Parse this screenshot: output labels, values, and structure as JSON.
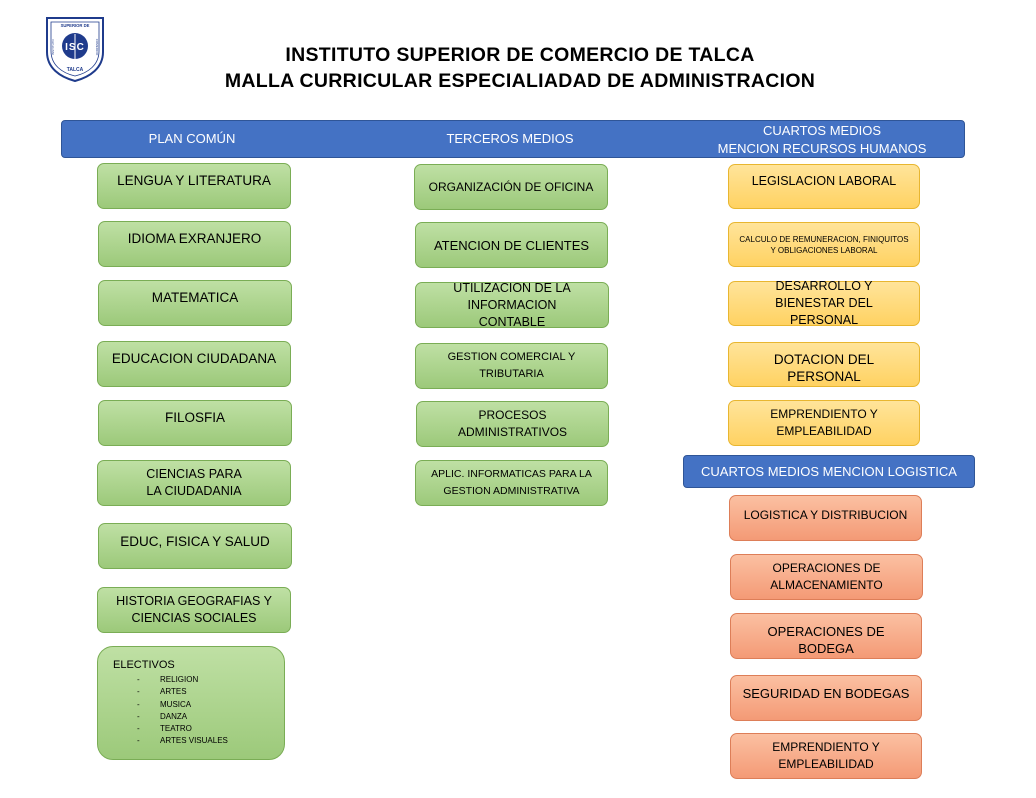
{
  "logo": {
    "arc_text": "SUPERIOR DE",
    "side_left": "INSTITUTO",
    "side_right": "COMERCIO",
    "letters": "ISC",
    "bottom": "TALCA"
  },
  "header": {
    "line1": "INSTITUTO SUPERIOR DE COMERCIO DE TALCA",
    "line2": "MALLA CURRICULAR ESPECIALIADAD DE ADMINISTRACION"
  },
  "top_bar": {
    "col1": "PLAN COMÚN",
    "col2": "TERCEROS MEDIOS",
    "col3_line1": "CUARTOS MEDIOS",
    "col3_line2": "MENCION RECURSOS HUMANOS"
  },
  "plan_comun": [
    "LENGUA Y LITERATURA",
    "IDIOMA EXRANJERO",
    "MATEMATICA",
    "EDUCACION CIUDADANA",
    "FILOSFIA",
    "CIENCIAS PARA LA CIUDADANIA",
    "EDUC, FISICA Y SALUD",
    "HISTORIA GEOGRAFIAS Y CIENCIAS SOCIALES"
  ],
  "electivos": {
    "heading": "ELECTIVOS",
    "items": [
      "RELIGION",
      "ARTES",
      "MUSICA",
      "DANZA",
      "TEATRO",
      "ARTES VISUALES"
    ]
  },
  "terceros_medios": [
    "ORGANIZACIÓN DE OFICINA",
    "ATENCION DE CLIENTES",
    "UTILIZACION DE LA INFORMACION CONTABLE",
    "GESTION COMERCIAL Y TRIBUTARIA",
    "PROCESOS ADMINISTRATIVOS",
    "APLIC.  INFORMATICAS PARA LA GESTION ADMINISTRATIVA"
  ],
  "recursos_humanos": [
    "LEGISLACION LABORAL",
    "CALCULO DE REMUNERACION, FINIQUITOS Y OBLIGACIONES LABORAL",
    "DESARROLLO Y BIENESTAR DEL PERSONAL",
    "DOTACION DEL PERSONAL",
    "EMPRENDIENTO Y EMPLEABILIDAD"
  ],
  "logistica_bar": "CUARTOS MEDIOS MENCION LOGISTICA",
  "logistica": [
    "LOGISTICA Y DISTRIBUCION",
    "OPERACIONES DE ALMACENAMIENTO",
    "OPERACIONES DE BODEGA",
    "SEGURIDAD EN BODEGAS",
    "EMPRENDIENTO Y EMPLEABILIDAD"
  ],
  "colors": {
    "bar": "#4472c4",
    "green": "#a9d18e",
    "yellow": "#ffd966",
    "salmon": "#f4b183"
  }
}
